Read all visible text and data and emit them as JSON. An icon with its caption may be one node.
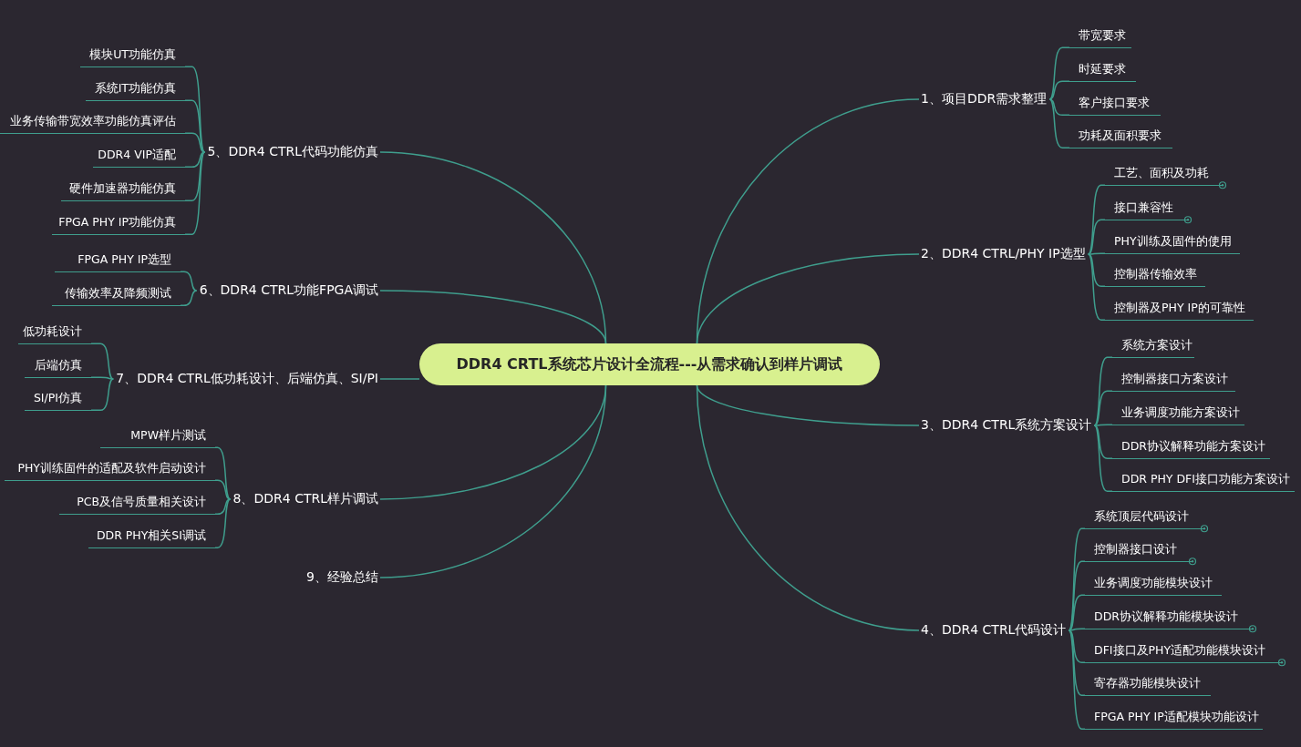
{
  "diagram": {
    "nodes": [
      {
        "text": [
          "DDR4 CRTL系统芯片设计全流程---从需求确认到样片调试"
        ]
      },
      {
        "text": [
          "1、项目DDR需求整理"
        ]
      },
      {
        "text": [
          "带宽要求"
        ]
      },
      {
        "text": [
          "时延要求"
        ]
      },
      {
        "text": [
          "客户接口要求"
        ]
      },
      {
        "text": [
          "功耗及面积要求"
        ]
      },
      {
        "text": [
          "2、DDR4 CTRL/PHY IP选型"
        ]
      },
      {
        "text": [
          "工艺、面积及功耗"
        ]
      },
      {
        "text": [
          "接口兼容性"
        ]
      },
      {
        "text": [
          "PHY训练及固件的使用"
        ]
      },
      {
        "text": [
          "控制器传输效率"
        ]
      },
      {
        "text": [
          "控制器及PHY IP的可靠性"
        ]
      },
      {
        "text": [
          "3、DDR4 CTRL系统方案设计"
        ]
      },
      {
        "text": [
          "系统方案设计"
        ]
      },
      {
        "text": [
          "控制器接口方案设计"
        ]
      },
      {
        "text": [
          "业务调度功能方案设计"
        ]
      },
      {
        "text": [
          "DDR协议解释功能方案设计"
        ]
      },
      {
        "text": [
          "DDR PHY DFI接口功能方案设计"
        ]
      },
      {
        "text": [
          "4、DDR4 CTRL代码设计"
        ]
      },
      {
        "text": [
          "系统顶层代码设计"
        ]
      },
      {
        "text": [
          "控制器接口设计"
        ]
      },
      {
        "text": [
          "业务调度功能模块设计"
        ]
      },
      {
        "text": [
          "DDR协议解释功能模块设计"
        ]
      },
      {
        "text": [
          "DFI接口及PHY适配功能模块设计"
        ]
      },
      {
        "text": [
          "寄存器功能模块设计"
        ]
      },
      {
        "text": [
          "FPGA PHY IP适配模块功能设计"
        ]
      },
      {
        "text": [
          "5、DDR4 CTRL代码功能仿真"
        ]
      },
      {
        "text": [
          "模块UT功能仿真"
        ]
      },
      {
        "text": [
          "系统IT功能仿真"
        ]
      },
      {
        "text": [
          "业务传输带宽效率功能仿真评估"
        ]
      },
      {
        "text": [
          "DDR4 VIP适配"
        ]
      },
      {
        "text": [
          "硬件加速器功能仿真"
        ]
      },
      {
        "text": [
          "FPGA PHY IP功能仿真"
        ]
      },
      {
        "text": [
          "6、DDR4 CTRL功能FPGA调试"
        ]
      },
      {
        "text": [
          "FPGA  PHY IP选型"
        ]
      },
      {
        "text": [
          "传输效率及降频测试"
        ]
      },
      {
        "text": [
          "7、DDR4 CTRL低功耗设计、后端仿真、SI/PI"
        ]
      },
      {
        "text": [
          "低功耗设计"
        ]
      },
      {
        "text": [
          "后端仿真"
        ]
      },
      {
        "text": [
          "SI/PI仿真"
        ]
      },
      {
        "text": [
          "8、DDR4 CTRL样片调试"
        ]
      },
      {
        "text": [
          "MPW样片测试"
        ]
      },
      {
        "text": [
          "PHY训练固件的适配及软件启动设计"
        ]
      },
      {
        "text": [
          "PCB及信号质量相关设计"
        ]
      },
      {
        "text": [
          "DDR PHY相关SI调试"
        ]
      },
      {
        "text": [
          "9、经验总结"
        ]
      }
    ],
    "edges": [
      {
        "from": 0,
        "to": 1,
        "arrow": "none"
      },
      {
        "from": 1,
        "to": 2,
        "arrow": "none"
      },
      {
        "from": 1,
        "to": 3,
        "arrow": "none"
      },
      {
        "from": 1,
        "to": 4,
        "arrow": "none"
      },
      {
        "from": 1,
        "to": 5,
        "arrow": "none"
      },
      {
        "from": 0,
        "to": 6,
        "arrow": "none"
      },
      {
        "from": 6,
        "to": 7,
        "arrow": "none"
      },
      {
        "from": 6,
        "to": 8,
        "arrow": "none"
      },
      {
        "from": 6,
        "to": 9,
        "arrow": "none"
      },
      {
        "from": 6,
        "to": 10,
        "arrow": "none"
      },
      {
        "from": 6,
        "to": 11,
        "arrow": "none"
      },
      {
        "from": 0,
        "to": 12,
        "arrow": "none"
      },
      {
        "from": 12,
        "to": 13,
        "arrow": "none"
      },
      {
        "from": 12,
        "to": 14,
        "arrow": "none"
      },
      {
        "from": 12,
        "to": 15,
        "arrow": "none"
      },
      {
        "from": 12,
        "to": 16,
        "arrow": "none"
      },
      {
        "from": 12,
        "to": 17,
        "arrow": "none"
      },
      {
        "from": 0,
        "to": 18,
        "arrow": "none"
      },
      {
        "from": 18,
        "to": 19,
        "arrow": "none"
      },
      {
        "from": 18,
        "to": 20,
        "arrow": "none"
      },
      {
        "from": 18,
        "to": 21,
        "arrow": "none"
      },
      {
        "from": 18,
        "to": 22,
        "arrow": "none"
      },
      {
        "from": 18,
        "to": 23,
        "arrow": "none"
      },
      {
        "from": 18,
        "to": 24,
        "arrow": "none"
      },
      {
        "from": 18,
        "to": 25,
        "arrow": "none"
      },
      {
        "from": 0,
        "to": 26,
        "arrow": "none"
      },
      {
        "from": 26,
        "to": 27,
        "arrow": "none"
      },
      {
        "from": 26,
        "to": 28,
        "arrow": "none"
      },
      {
        "from": 26,
        "to": 29,
        "arrow": "none"
      },
      {
        "from": 26,
        "to": 30,
        "arrow": "none"
      },
      {
        "from": 26,
        "to": 31,
        "arrow": "none"
      },
      {
        "from": 26,
        "to": 32,
        "arrow": "none"
      },
      {
        "from": 0,
        "to": 33,
        "arrow": "none"
      },
      {
        "from": 33,
        "to": 34,
        "arrow": "none"
      },
      {
        "from": 33,
        "to": 35,
        "arrow": "none"
      },
      {
        "from": 0,
        "to": 36,
        "arrow": "none"
      },
      {
        "from": 36,
        "to": 37,
        "arrow": "none"
      },
      {
        "from": 36,
        "to": 38,
        "arrow": "none"
      },
      {
        "from": 36,
        "to": 39,
        "arrow": "none"
      },
      {
        "from": 0,
        "to": 40,
        "arrow": "none"
      },
      {
        "from": 40,
        "to": 41,
        "arrow": "none"
      },
      {
        "from": 40,
        "to": 42,
        "arrow": "none"
      },
      {
        "from": 40,
        "to": 43,
        "arrow": "none"
      },
      {
        "from": 40,
        "to": 44,
        "arrow": "none"
      },
      {
        "from": 0,
        "to": 45,
        "arrow": "none"
      }
    ]
  }
}
